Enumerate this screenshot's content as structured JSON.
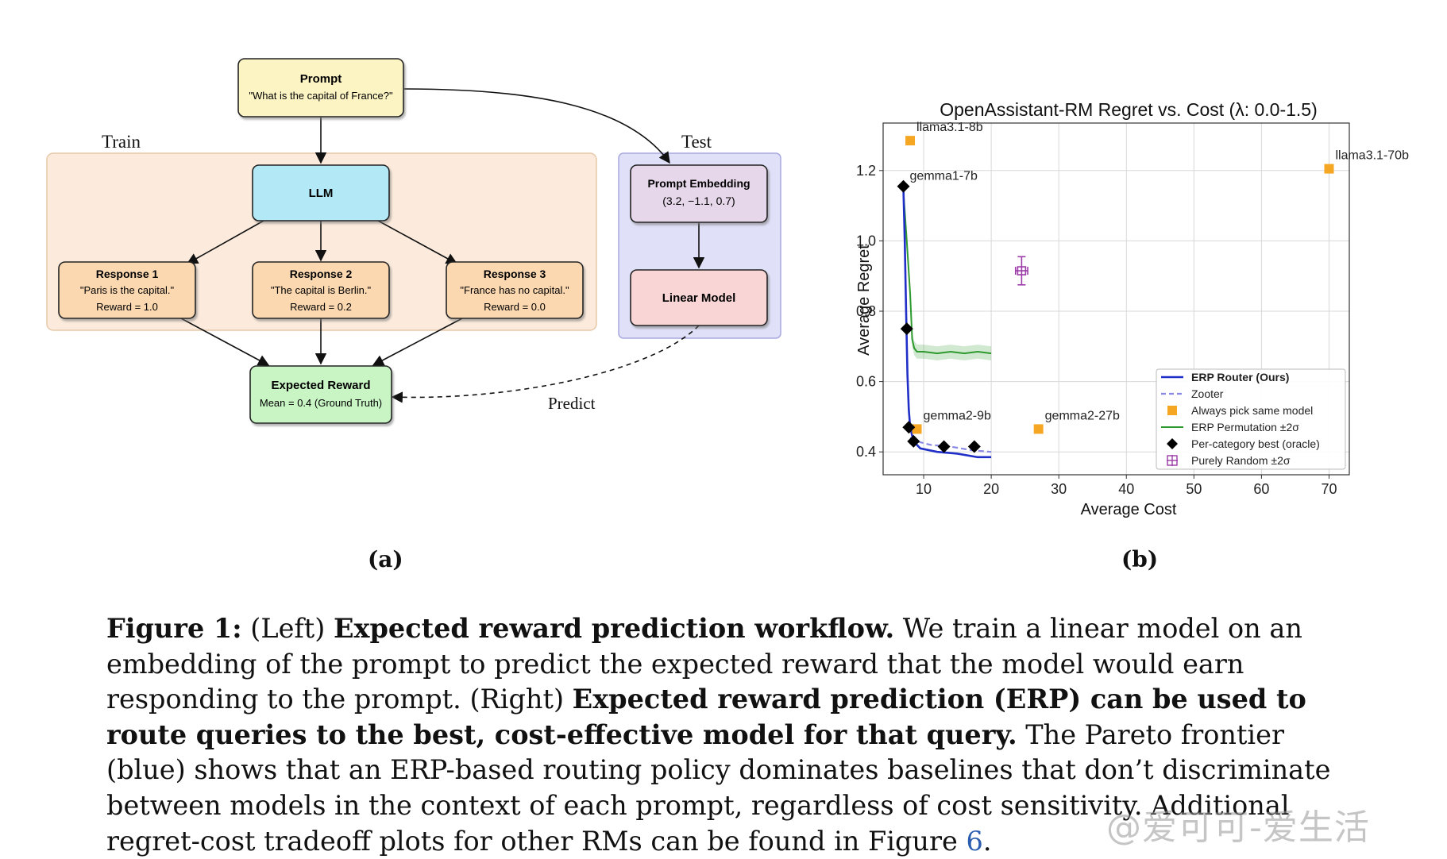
{
  "workflow": {
    "train_label": "Train",
    "test_label": "Test",
    "prompt": {
      "title": "Prompt",
      "text": "\"What is the capital of France?\""
    },
    "llm": "LLM",
    "responses": [
      {
        "title": "Response 1",
        "text": "\"Paris is the capital.\"",
        "reward": "Reward = 1.0"
      },
      {
        "title": "Response 2",
        "text": "\"The capital is Berlin.\"",
        "reward": "Reward = 0.2"
      },
      {
        "title": "Response 3",
        "text": "\"France has no capital.\"",
        "reward": "Reward = 0.0"
      }
    ],
    "expected_reward": {
      "title": "Expected Reward",
      "text": "Mean = 0.4 (Ground Truth)"
    },
    "prompt_embedding": {
      "title": "Prompt Embedding",
      "text": "(3.2, −1.1, 0.7)"
    },
    "linear_model": "Linear Model",
    "predict_label": "Predict",
    "colors": {
      "prompt": "#fdf4c4",
      "llm": "#b3e9f7",
      "response": "#fbd8b0",
      "expected": "#c9f5c5",
      "embedding": "#e6d7ea",
      "linear": "#fad5d5",
      "train_bg": "#fcebdc",
      "test_bg": "#e0e0f8"
    }
  },
  "chart_data": {
    "type": "line",
    "title": "OpenAssistant-RM Regret vs. Cost (λ: 0.0-1.5)",
    "xlabel": "Average Cost",
    "ylabel": "Average Regret",
    "xlim": [
      4,
      73
    ],
    "ylim": [
      0.335,
      1.335
    ],
    "xticks": [
      10,
      20,
      30,
      40,
      50,
      60,
      70
    ],
    "yticks": [
      0.4,
      0.6,
      0.8,
      1.0,
      1.2
    ],
    "grid": true,
    "legend_position": "lower-right",
    "series": [
      {
        "name": "ERP Router (Ours)",
        "kind": "line",
        "color": "#1f2fc7",
        "x": [
          7.0,
          7.2,
          7.4,
          7.6,
          7.8,
          8.0,
          8.5,
          9.5,
          12,
          15,
          18,
          20
        ],
        "y": [
          1.15,
          1.0,
          0.8,
          0.62,
          0.52,
          0.47,
          0.43,
          0.41,
          0.4,
          0.395,
          0.385,
          0.385
        ]
      },
      {
        "name": "Zooter",
        "kind": "dashed",
        "color": "#8a8ae6",
        "x": [
          8,
          9,
          11,
          14,
          17,
          20
        ],
        "y": [
          0.44,
          0.43,
          0.42,
          0.415,
          0.405,
          0.4
        ]
      },
      {
        "name": "Always pick same model",
        "kind": "square",
        "color": "#f5a623",
        "points": [
          {
            "x": 8.0,
            "y": 1.285,
            "label": "llama3.1-8b"
          },
          {
            "x": 70.0,
            "y": 1.205,
            "label": "llama3.1-70b"
          },
          {
            "x": 9.0,
            "y": 0.465,
            "label": "gemma2-9b"
          },
          {
            "x": 27.0,
            "y": 0.465,
            "label": "gemma2-27b"
          }
        ]
      },
      {
        "name": "ERP Permutation ±2σ",
        "kind": "band",
        "color": "#2e9a2e",
        "x": [
          7.0,
          7.5,
          8.0,
          8.3,
          8.6,
          9.0,
          10,
          12,
          14,
          16,
          18,
          20
        ],
        "y": [
          1.14,
          1.0,
          0.85,
          0.72,
          0.695,
          0.685,
          0.685,
          0.68,
          0.685,
          0.68,
          0.685,
          0.68
        ],
        "band": 0.02
      },
      {
        "name": "Per-category best (oracle)",
        "kind": "diamond",
        "color": "#000000",
        "points": [
          {
            "x": 7.0,
            "y": 1.155,
            "label": "gemma1-7b"
          },
          {
            "x": 7.5,
            "y": 0.75
          },
          {
            "x": 7.8,
            "y": 0.47
          },
          {
            "x": 8.5,
            "y": 0.43
          },
          {
            "x": 13.0,
            "y": 0.415
          },
          {
            "x": 17.5,
            "y": 0.415
          }
        ]
      },
      {
        "name": "Purely Random ±2σ",
        "kind": "errorbar",
        "color": "#9b3aa8",
        "x": 24.5,
        "y": 0.915,
        "xerr": 0.9,
        "yerr": 0.04
      }
    ]
  },
  "subcaptions": {
    "a": "(a)",
    "b": "(b)"
  },
  "caption": {
    "fig_label": "Figure 1:",
    "left_tag": "(Left)",
    "left_bold": "Expected reward prediction workflow.",
    "left_text": "We train a linear model on an embedding of the prompt to predict the expected reward that the model would earn responding to the prompt.",
    "right_tag": "(Right)",
    "right_bold": "Expected reward prediction (ERP) can be used to route queries to the best, cost-effective model for that query.",
    "right_text": "The Pareto frontier (blue) shows that an ERP-based routing policy dominates baselines that don’t discriminate between models in the context of each prompt, regardless of cost sensitivity. Additional regret-cost tradeoff plots for other RMs can be found in Figure",
    "fig_ref": "6",
    "period": "."
  },
  "watermark": "@爱可可-爱生活"
}
